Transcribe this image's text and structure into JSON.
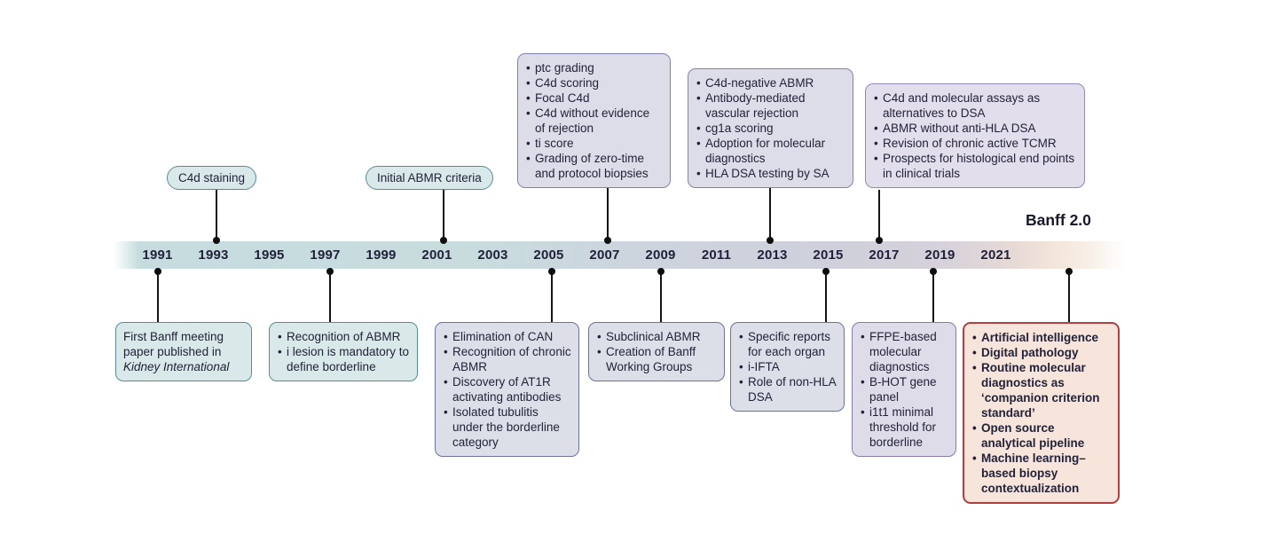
{
  "title": "Banff 2.0",
  "timeline": {
    "years": [
      "1991",
      "1993",
      "1995",
      "1997",
      "1999",
      "2001",
      "2003",
      "2005",
      "2007",
      "2011",
      "2013",
      "2015",
      "2017",
      "2019",
      "2021"
    ],
    "years_full": [
      "1991",
      "1993",
      "1995",
      "1997",
      "1999",
      "2001",
      "2003",
      "2005",
      "2007",
      "2009",
      "2011",
      "2013",
      "2015",
      "2017",
      "2019",
      "2021"
    ]
  },
  "events_top": [
    {
      "year": "1993",
      "label": "C4d staining"
    },
    {
      "year": "2001",
      "label": "Initial ABMR criteria"
    },
    {
      "year": "2007",
      "items": [
        "ptc grading",
        "C4d scoring",
        "Focal C4d",
        "C4d without evidence of rejection",
        "ti score",
        "Grading of zero-time and protocol biopsies"
      ]
    },
    {
      "year": "2013",
      "items": [
        "C4d-negative ABMR",
        "Antibody-mediated vascular rejection",
        "cg1a scoring",
        "Adoption for molecular diagnostics",
        "HLA DSA testing by SA"
      ]
    },
    {
      "year": "2017",
      "items": [
        "C4d and molecular assays as alternatives to DSA",
        "ABMR without anti-HLA DSA",
        "Revision of chronic active TCMR",
        "Prospects for histological end points in clinical trials"
      ]
    }
  ],
  "events_bottom": [
    {
      "year": "1991",
      "text": "First Banff meeting paper published in",
      "journal": "Kidney International"
    },
    {
      "year": "1997",
      "items": [
        "Recognition of ABMR",
        "i lesion is mandatory to define borderline"
      ]
    },
    {
      "year": "2005",
      "items": [
        "Elimination of CAN",
        "Recognition of chronic ABMR",
        "Discovery of AT1R activating antibodies",
        "Isolated tubulitis under the borderline category"
      ]
    },
    {
      "year": "2009",
      "items": [
        "Subclinical ABMR",
        "Creation of Banff Working Groups"
      ]
    },
    {
      "year": "2015",
      "items": [
        "Specific reports for each organ",
        "i-IFTA",
        "Role of non-HLA DSA"
      ]
    },
    {
      "year": "2019",
      "items": [
        "FFPE-based molecular diagnostics",
        "B-HOT gene panel",
        "i1t1 minimal threshold for borderline"
      ]
    },
    {
      "year": "Banff 2.0",
      "items": [
        "Artificial intelligence",
        "Digital pathology",
        "Routine molecular diagnostics as ‘companion criterion standard’",
        "Open source analytical pipeline",
        "Machine learning–based biopsy contextualization"
      ]
    }
  ],
  "colors": {
    "teal_fill": "#d9e9e9",
    "teal_border": "#568c97",
    "lavender_fill": "#dcdde8",
    "lavender_border": "#8081af",
    "lilac_fill": "#e2deeb",
    "lilac_border": "#9486b8",
    "slate_fill": "#dcdfe8",
    "slate_border": "#6d71a0",
    "purple_fill": "#dfdce9",
    "purple_border": "#8a79ab",
    "red_fill": "#f7e4db",
    "red_border": "#b23f3b",
    "bar_teal": "#c8dcde",
    "bar_lavender": "#cfd0db",
    "bar_peach": "#f3e5da",
    "dot": "#0d0d0d",
    "text": "#22223a"
  }
}
